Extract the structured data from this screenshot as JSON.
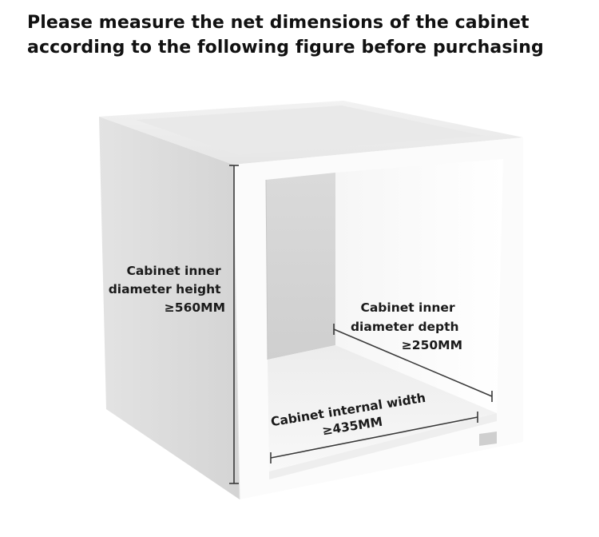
{
  "heading": {
    "line1": "Please measure the net dimensions of the cabinet",
    "line2": "according to the following figure before purchasing"
  },
  "labels": {
    "height": {
      "line1": "Cabinet inner",
      "line2": "diameter height",
      "line3": "≥560MM"
    },
    "depth": {
      "line1": "Cabinet inner",
      "line2": "diameter depth",
      "line3": "≥250MM"
    },
    "width": {
      "line1": "Cabinet internal width",
      "line2": "≥435MM"
    }
  },
  "colors": {
    "cabinet_side": "#dcdcdc",
    "cabinet_front_frame": "#fafafa",
    "interior_back": "#d6d6d6",
    "interior_floor": "#f0f0f0",
    "dimension_line": "#3a3a3a"
  }
}
